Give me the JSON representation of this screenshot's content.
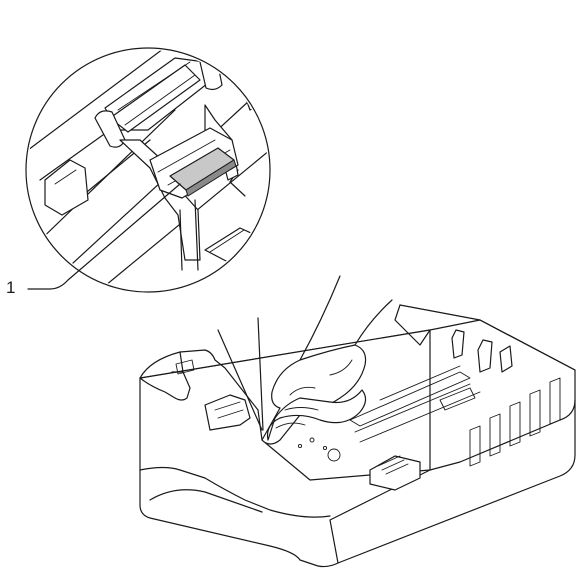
{
  "callout": {
    "number": "1"
  },
  "colors": {
    "line": "#1a1a1a",
    "highlight_pad": "#c8c8c8",
    "background": "#ffffff"
  },
  "icons": {
    "main": "paper-tray-illustration",
    "magnifier": "zoom-circle",
    "hand": "hand-with-cloth"
  }
}
